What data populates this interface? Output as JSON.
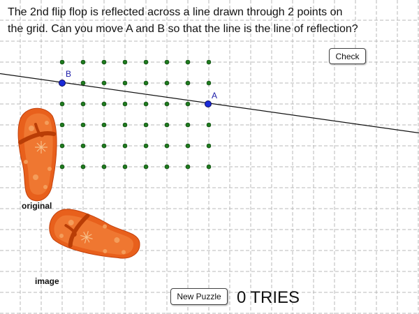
{
  "prompt": {
    "line1": "The 2nd flip flop is reflected across a line drawn through 2 points on",
    "line2": "the grid. Can you move A and B so that the line is the line of reflection?"
  },
  "buttons": {
    "check_label": "Check",
    "new_puzzle_label": "New Puzzle"
  },
  "tries": {
    "count": "0",
    "label": "TRIES"
  },
  "labels": {
    "original": "original",
    "image": "image"
  },
  "points": {
    "a_label": "A",
    "b_label": "B"
  },
  "colors": {
    "grid_line": "#b8b8b8",
    "dot_fill": "#1e7a1e",
    "point_fill": "#1a2bd8",
    "point_label": "#1a1aa8",
    "flipflop_base": "#e8601c",
    "flipflop_dark": "#c2400c",
    "flipflop_light": "#f5a260",
    "strap": "#b93d06"
  },
  "icons": {
    "flipflop_original": "flip-flop-icon",
    "flipflop_image": "flip-flop-icon"
  }
}
